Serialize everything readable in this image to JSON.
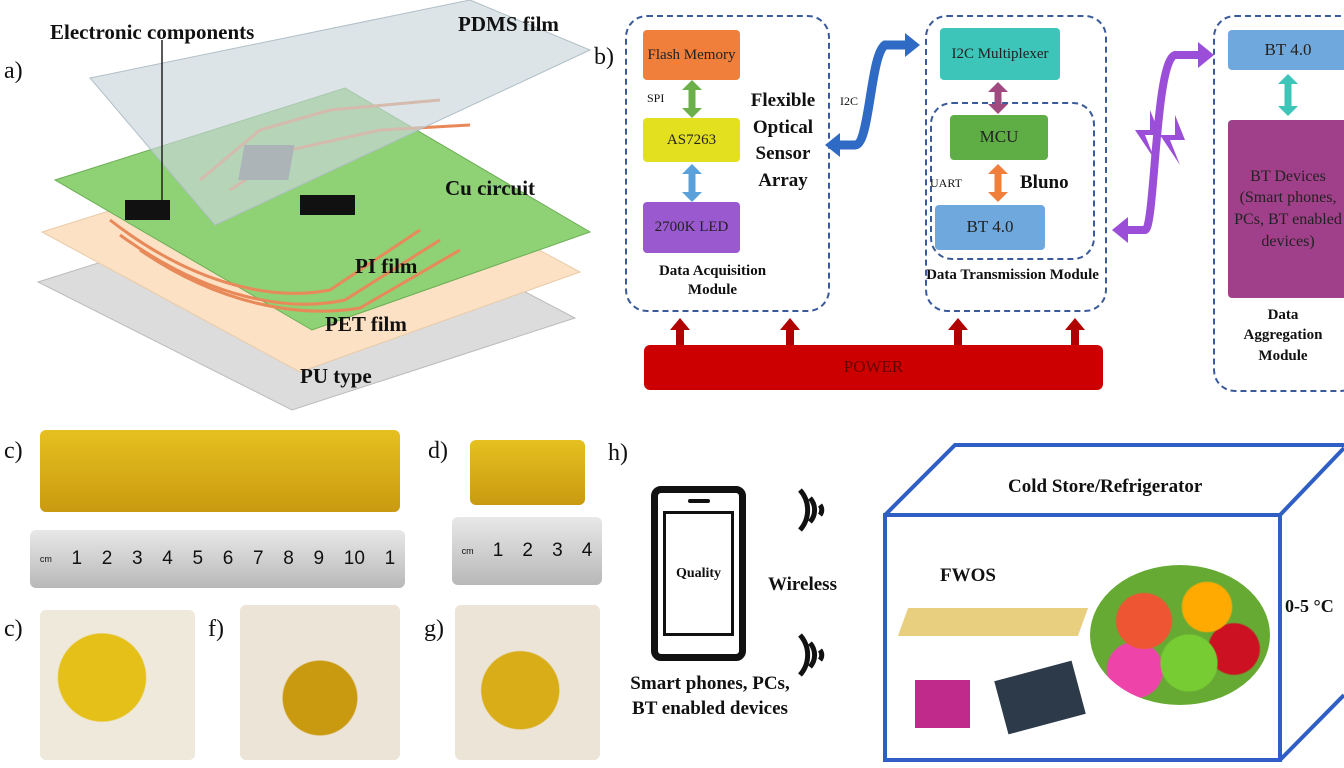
{
  "panel_labels": {
    "a": "a)",
    "b": "b)",
    "c": "c)",
    "d": "d)",
    "e": "c)",
    "f": "f)",
    "g": "g)",
    "h": "h)"
  },
  "panel_a": {
    "electronic_components": "Electronic components",
    "pdms": "PDMS film",
    "cu": "Cu circuit",
    "pi": "PI film",
    "pet": "PET film",
    "pu": "PU type",
    "colors": {
      "pdms": "#c9d6dc",
      "pi": "#8fd175",
      "pet": "#fde1c4",
      "pu": "#dcdcdc",
      "circuit": "#e8895a"
    }
  },
  "panel_b": {
    "flash": "Flash Memory",
    "spi": "SPI",
    "as7263": "AS7263",
    "led": "2700K LED",
    "sensor_label": [
      "Flexible",
      "Optical",
      "Sensor",
      "Array"
    ],
    "acq_module": "Data Acquisition Module",
    "i2c": "I2C",
    "mux": "I2C Multiplexer",
    "mcu": "MCU",
    "uart": "UART",
    "bluno": "Bluno",
    "bt_tx": "BT 4.0",
    "tx_module": "Data Transmission Module",
    "bt_agg": "BT 4.0",
    "bt_devices": "BT Devices (Smart phones, PCs, BT enabled devices)",
    "agg_module": "Data Aggregation Module",
    "power": "POWER",
    "colors": {
      "flash": "#f07f3c",
      "as7263": "#e3e020",
      "led": "#9b59d0",
      "mux": "#3cc5b8",
      "mcu": "#5fad45",
      "bt": "#6fa8dc",
      "bt_devices": "#a0408a",
      "power": "#cc0000",
      "dash": "#3b5a9a"
    }
  },
  "panel_c": {
    "ruler_ticks": [
      "cm",
      "1",
      "2",
      "3",
      "4",
      "5",
      "6",
      "7",
      "8",
      "9",
      "10",
      "1"
    ]
  },
  "panel_d": {
    "ruler_ticks": [
      "cm",
      "1",
      "2",
      "3",
      "4"
    ]
  },
  "panel_h": {
    "phone_text": "Quality",
    "wireless": "Wireless",
    "devices": "Smart phones, PCs, BT enabled devices",
    "cold_store": "Cold Store/Refrigerator",
    "fwos": "FWOS",
    "temp": "0-5 °C",
    "box_color": "#2f5fc4"
  }
}
